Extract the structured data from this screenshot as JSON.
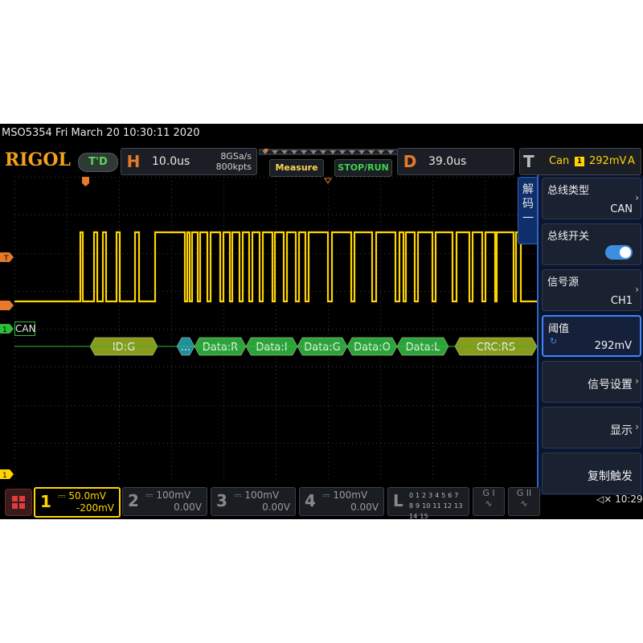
{
  "status_line": "MSO5354  Fri March 20 10:30:11 2020",
  "brand": "RIGOL",
  "trigger_badge": "T'D",
  "horizontal": {
    "letter": "H",
    "value": "10.0us",
    "sample_rate": "8GSa/s",
    "memory": "800kpts"
  },
  "buttons": {
    "measure": "Measure",
    "stop_run": "STOP/RUN"
  },
  "delay": {
    "letter": "D",
    "value": "39.0us"
  },
  "trigger": {
    "letter": "T",
    "source": "Can",
    "channel": "1",
    "level": "292mV",
    "mode": "A"
  },
  "decode_label": "CAN",
  "channel_marker": "1",
  "ground_marker": "1",
  "decode_frames": [
    {
      "label": "ID:G"
    },
    {
      "label": "..."
    },
    {
      "label": "Data:R"
    },
    {
      "label": "Data:I"
    },
    {
      "label": "Data:G"
    },
    {
      "label": "Data:O"
    },
    {
      "label": "Data:L"
    },
    {
      "label": "CRC:RS"
    }
  ],
  "menu": {
    "tab_text": [
      "解",
      "码",
      "一"
    ],
    "items": [
      {
        "title": "总线类型",
        "value": "CAN"
      },
      {
        "title": "总线开关",
        "value": ""
      },
      {
        "title": "信号源",
        "value": "CH1"
      },
      {
        "title": "阈值",
        "value": "292mV"
      },
      {
        "title": "",
        "value": "信号设置"
      },
      {
        "title": "",
        "value": "显示"
      },
      {
        "title": "",
        "value": "复制触发"
      }
    ]
  },
  "channels": [
    {
      "num": "1",
      "scale": "50.0mV",
      "offset": "-200mV"
    },
    {
      "num": "2",
      "scale": "100mV",
      "offset": "0.00V"
    },
    {
      "num": "3",
      "scale": "100mV",
      "offset": "0.00V"
    },
    {
      "num": "4",
      "scale": "100mV",
      "offset": "0.00V"
    }
  ],
  "logic": {
    "letter": "L",
    "row1": "0 1 2 3 4 5 6 7",
    "row2": "8 9 10 11 12 13 14 15"
  },
  "gen": {
    "g1": "G I",
    "g2": "G II"
  },
  "clock": "10:29",
  "colors": {
    "ch1": "#ffd400",
    "decode": "#8b9a1a",
    "accent": "#2f63c5"
  }
}
